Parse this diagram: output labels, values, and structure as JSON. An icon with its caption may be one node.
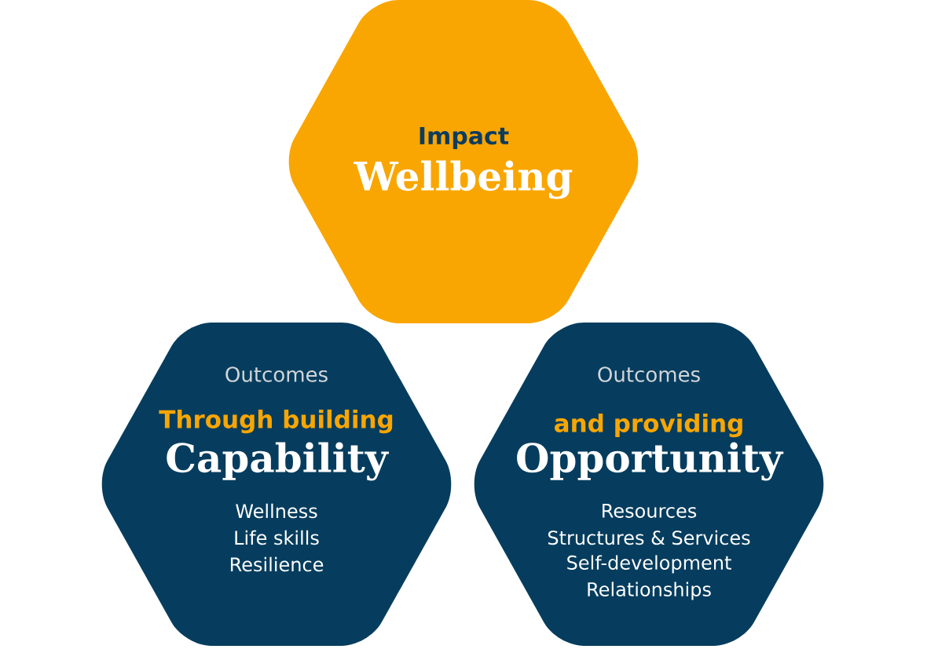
{
  "diagram": {
    "nodes": [
      {
        "text": [
          "Impact",
          "Wellbeing"
        ]
      },
      {
        "text": [
          "Outcomes",
          "Through building",
          "Capability",
          "Wellness",
          "Life skills",
          "Resilience"
        ]
      },
      {
        "text": [
          "Outcomes",
          "and providing",
          "Opportunity",
          "Resources",
          "Structures & Services",
          "Self-development",
          "Relationships"
        ]
      }
    ]
  }
}
